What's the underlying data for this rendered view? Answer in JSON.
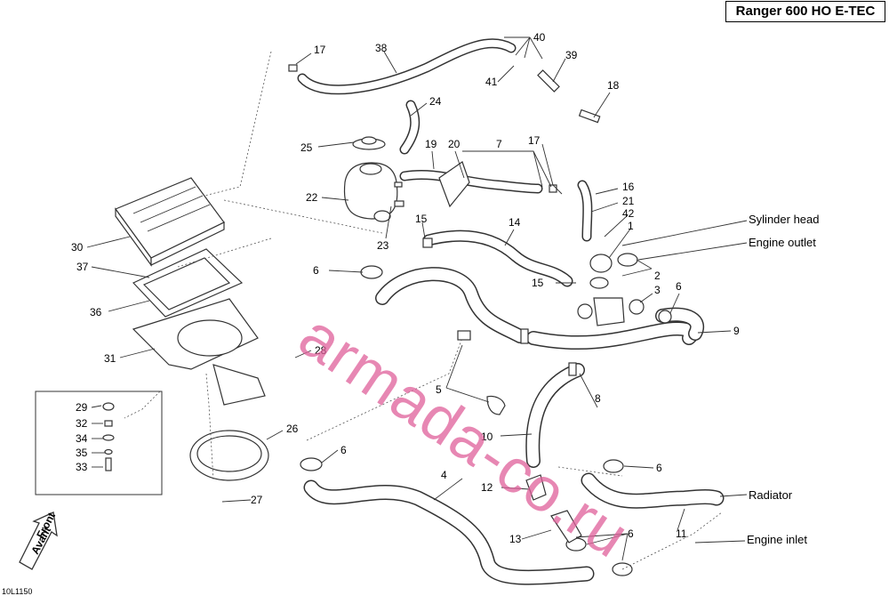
{
  "title": "Ranger 600 HO E-TEC",
  "drawing_code": "10L1150",
  "watermark": "armada-co.ru",
  "front_arrow": {
    "line1": "Front",
    "line2": "Avant"
  },
  "callouts": {
    "cylinder_head": "Sylinder head",
    "engine_outlet": "Engine outlet",
    "radiator": "Radiator",
    "engine_inlet": "Engine inlet"
  },
  "part_numbers": {
    "p1": "1",
    "p2": "2",
    "p3": "3",
    "p4": "4",
    "p5": "5",
    "p6": "6",
    "p7": "7",
    "p8": "8",
    "p9": "9",
    "p10": "10",
    "p11": "11",
    "p12": "12",
    "p13": "13",
    "p14": "14",
    "p15": "15",
    "p16": "16",
    "p17": "17",
    "p18": "18",
    "p19": "19",
    "p20": "20",
    "p21": "21",
    "p22": "22",
    "p23": "23",
    "p24": "24",
    "p25": "25",
    "p26": "26",
    "p27": "27",
    "p28": "28",
    "p29": "29",
    "p30": "30",
    "p31": "31",
    "p32": "32",
    "p33": "33",
    "p34": "34",
    "p35": "35",
    "p36": "36",
    "p37": "37",
    "p38": "38",
    "p39": "39",
    "p40": "40",
    "p41": "41",
    "p42": "42"
  }
}
